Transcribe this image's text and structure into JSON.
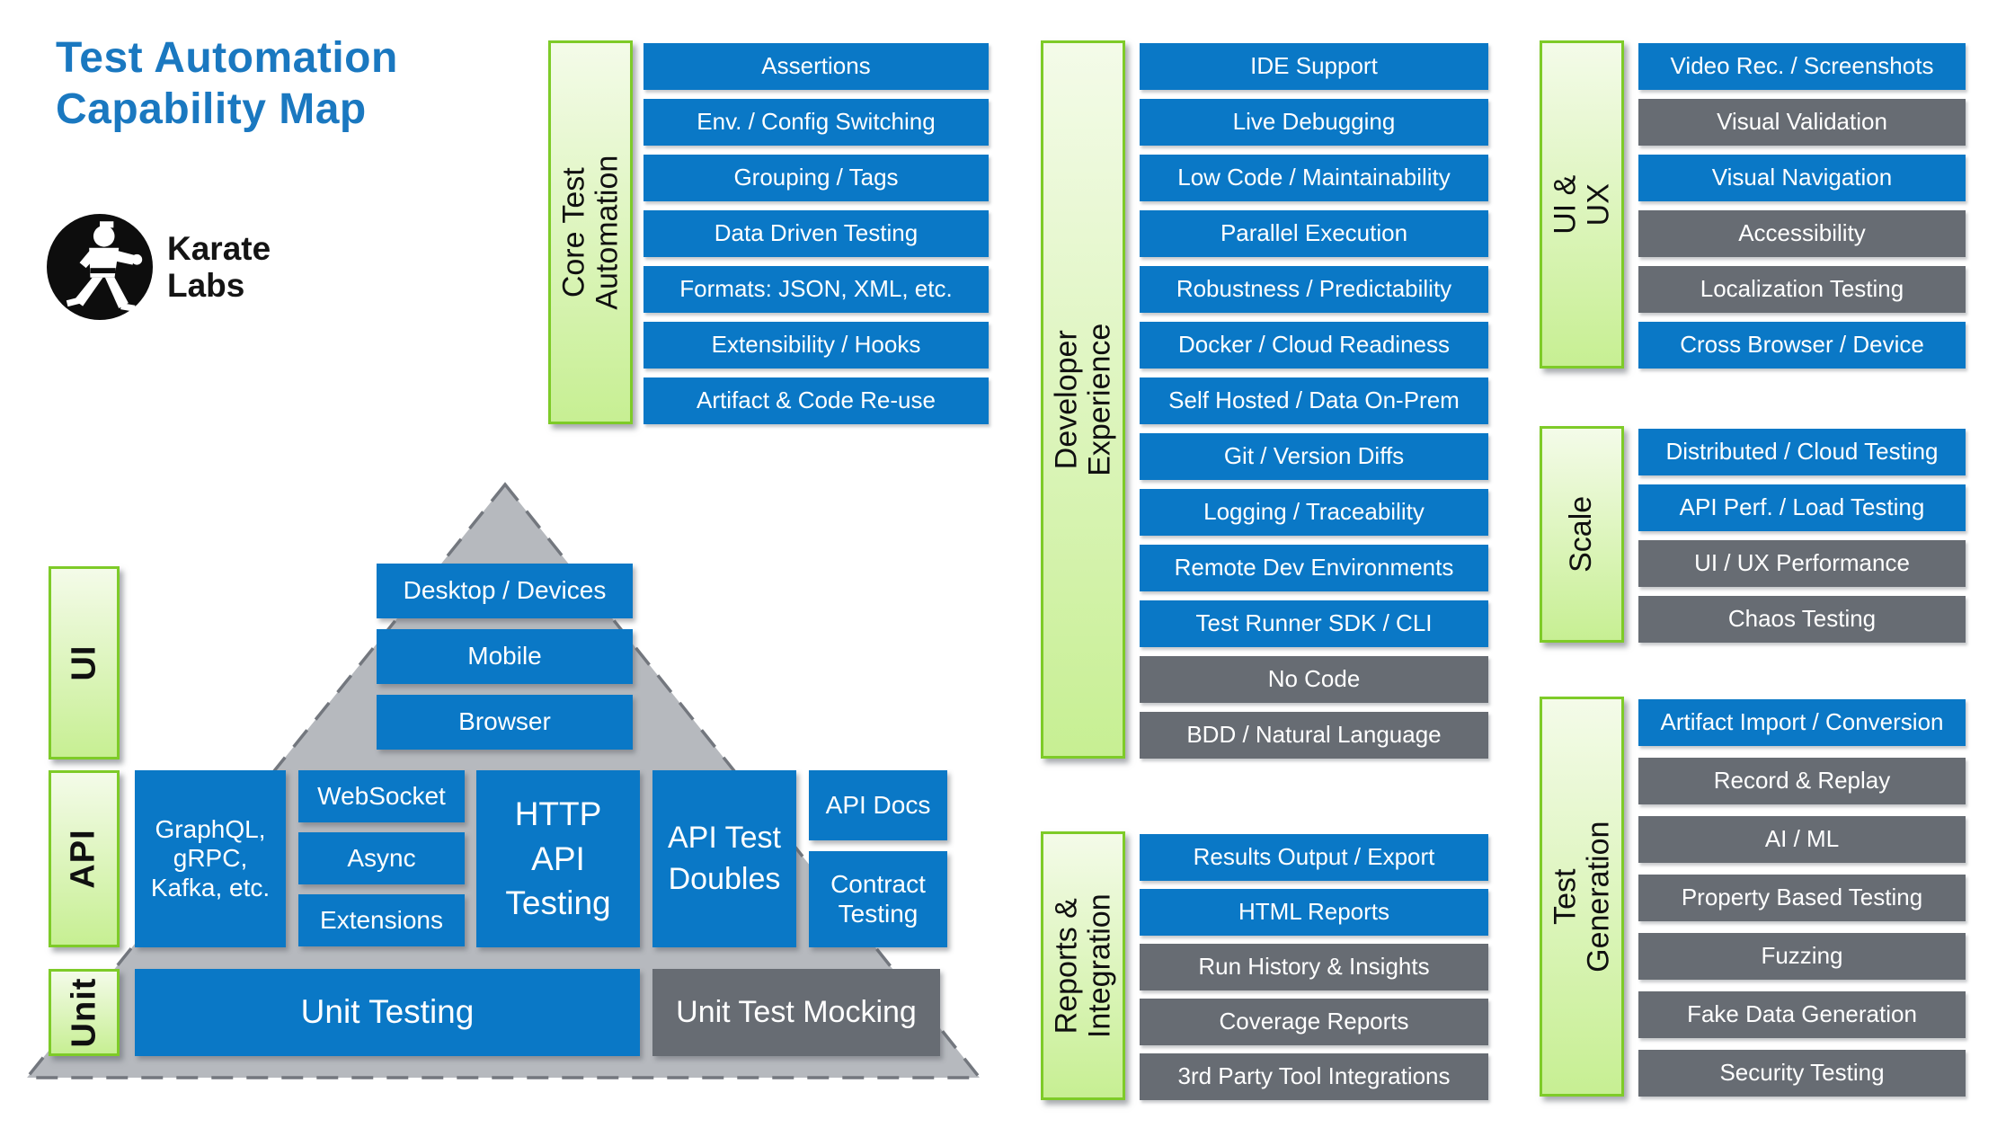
{
  "title": {
    "line1": "Test Automation",
    "line2": "Capability Map"
  },
  "brand": {
    "name_line1": "Karate",
    "name_line2": "Labs"
  },
  "colors": {
    "bar_blue": "#0a78c6",
    "bar_gray": "#676c73",
    "title_blue": "#1a78c0",
    "green_label_border": "#7ecb28",
    "green_label_fill_top": "#f4fbe9",
    "green_label_fill_bottom": "#c7ef93",
    "pyramid_fill": "#b6b9be",
    "pyramid_edge": "#73777e"
  },
  "columns": [
    {
      "label": "Core Test Automation",
      "items": [
        {
          "label": "Assertions",
          "tone": "blue"
        },
        {
          "label": "Env. / Config Switching",
          "tone": "blue"
        },
        {
          "label": "Grouping / Tags",
          "tone": "blue"
        },
        {
          "label": "Data Driven Testing",
          "tone": "blue"
        },
        {
          "label": "Formats: JSON, XML, etc.",
          "tone": "blue"
        },
        {
          "label": "Extensibility / Hooks",
          "tone": "blue"
        },
        {
          "label": "Artifact & Code Re-use",
          "tone": "blue"
        }
      ]
    },
    {
      "label": "Developer Experience",
      "items": [
        {
          "label": "IDE Support",
          "tone": "blue"
        },
        {
          "label": "Live Debugging",
          "tone": "blue"
        },
        {
          "label": "Low Code / Maintainability",
          "tone": "blue"
        },
        {
          "label": "Parallel Execution",
          "tone": "blue"
        },
        {
          "label": "Robustness / Predictability",
          "tone": "blue"
        },
        {
          "label": "Docker / Cloud Readiness",
          "tone": "blue"
        },
        {
          "label": "Self Hosted / Data On-Prem",
          "tone": "blue"
        },
        {
          "label": "Git / Version Diffs",
          "tone": "blue"
        },
        {
          "label": "Logging / Traceability",
          "tone": "blue"
        },
        {
          "label": "Remote Dev Environments",
          "tone": "blue"
        },
        {
          "label": "Test Runner SDK / CLI",
          "tone": "blue"
        },
        {
          "label": "No Code",
          "tone": "gray"
        },
        {
          "label": "BDD / Natural Language",
          "tone": "gray"
        }
      ]
    },
    {
      "label": "UI & UX",
      "items": [
        {
          "label": "Video Rec. / Screenshots",
          "tone": "blue"
        },
        {
          "label": "Visual Validation",
          "tone": "gray"
        },
        {
          "label": "Visual Navigation",
          "tone": "blue"
        },
        {
          "label": "Accessibility",
          "tone": "gray"
        },
        {
          "label": "Localization Testing",
          "tone": "gray"
        },
        {
          "label": "Cross Browser / Device",
          "tone": "blue"
        }
      ]
    },
    {
      "label": "Scale",
      "items": [
        {
          "label": "Distributed / Cloud Testing",
          "tone": "blue"
        },
        {
          "label": "API Perf. / Load Testing",
          "tone": "blue"
        },
        {
          "label": "UI / UX Performance",
          "tone": "gray"
        },
        {
          "label": "Chaos Testing",
          "tone": "gray"
        }
      ]
    },
    {
      "label": "Reports &\nIntegration",
      "items": [
        {
          "label": "Results Output / Export",
          "tone": "blue"
        },
        {
          "label": "HTML Reports",
          "tone": "blue"
        },
        {
          "label": "Run History & Insights",
          "tone": "gray"
        },
        {
          "label": "Coverage Reports",
          "tone": "gray"
        },
        {
          "label": "3rd Party Tool Integrations",
          "tone": "gray"
        }
      ]
    },
    {
      "label": "Test Generation",
      "items": [
        {
          "label": "Artifact Import / Conversion",
          "tone": "blue"
        },
        {
          "label": "Record & Replay",
          "tone": "gray"
        },
        {
          "label": "AI / ML",
          "tone": "gray"
        },
        {
          "label": "Property Based Testing",
          "tone": "gray"
        },
        {
          "label": "Fuzzing",
          "tone": "gray"
        },
        {
          "label": "Fake Data Generation",
          "tone": "gray"
        },
        {
          "label": "Security Testing",
          "tone": "gray"
        }
      ]
    }
  ],
  "pyramid": {
    "levels": [
      {
        "label": "UI"
      },
      {
        "label": "API"
      },
      {
        "label": "Unit"
      }
    ],
    "ui_boxes": [
      {
        "label": "Desktop / Devices",
        "tone": "blue"
      },
      {
        "label": "Mobile",
        "tone": "blue"
      },
      {
        "label": "Browser",
        "tone": "blue"
      }
    ],
    "api_boxes": {
      "protocols": {
        "label": "GraphQL,\ngRPC,\nKafka, etc.",
        "tone": "blue"
      },
      "mid": [
        {
          "label": "WebSocket",
          "tone": "blue"
        },
        {
          "label": "Async",
          "tone": "blue"
        },
        {
          "label": "Extensions",
          "tone": "blue"
        }
      ],
      "http": {
        "label": "HTTP\nAPI\nTesting",
        "tone": "blue"
      },
      "doubles": {
        "label": "API Test\nDoubles",
        "tone": "blue"
      },
      "docs": {
        "label": "API Docs",
        "tone": "blue"
      },
      "contract": {
        "label": "Contract\nTesting",
        "tone": "blue"
      }
    },
    "unit_boxes": [
      {
        "label": "Unit Testing",
        "tone": "blue"
      },
      {
        "label": "Unit Test Mocking",
        "tone": "gray"
      }
    ]
  }
}
